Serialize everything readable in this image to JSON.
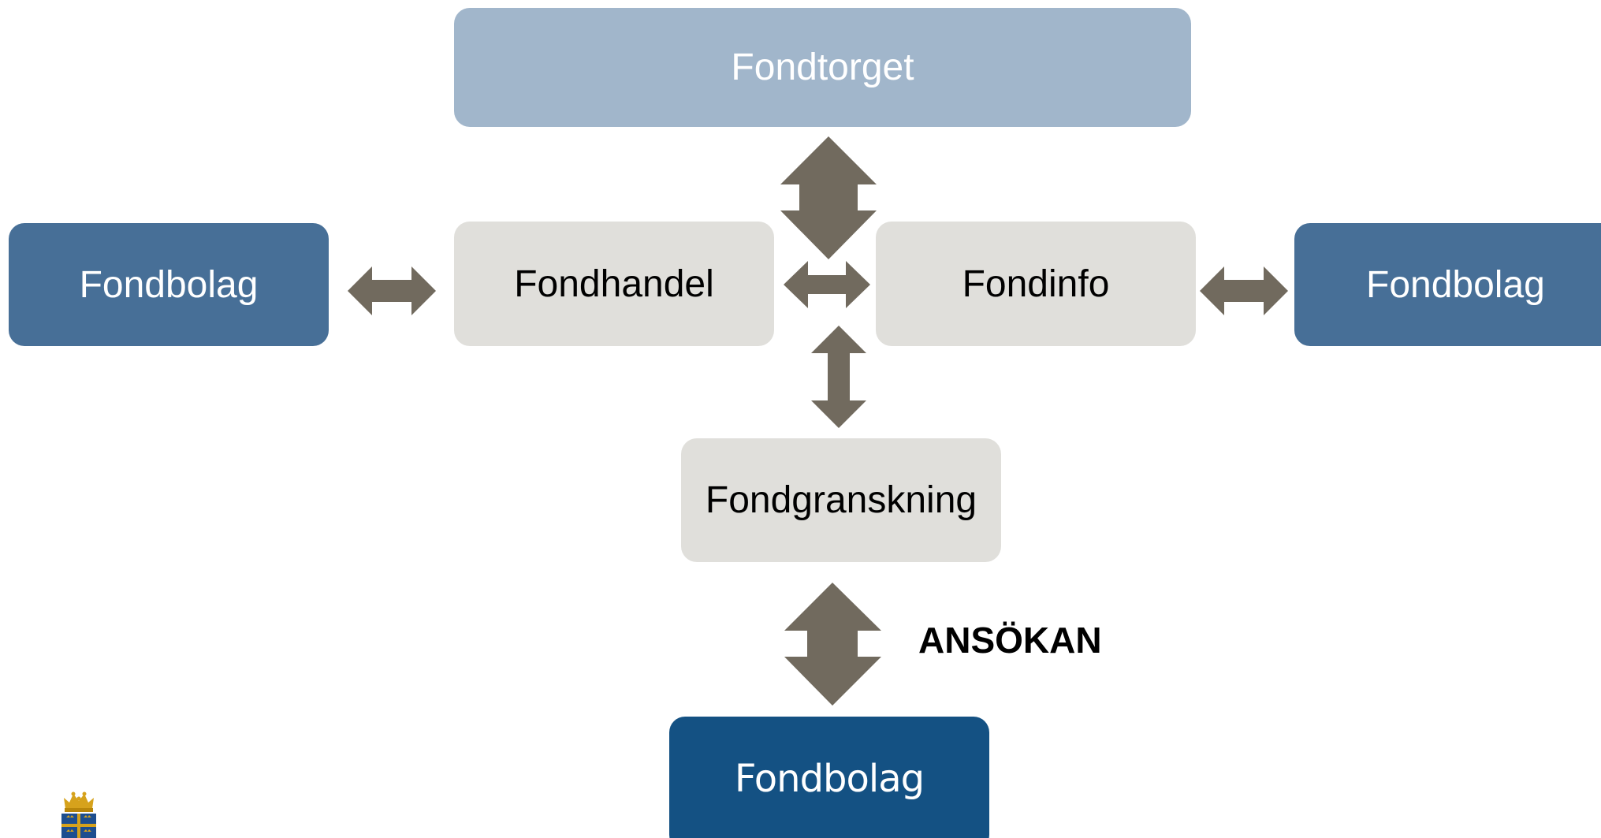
{
  "boxes": {
    "fondtorget": "Fondtorget",
    "fondhandel": "Fondhandel",
    "fondinfo": "Fondinfo",
    "fondbolag_left": "Fondbolag",
    "fondbolag_right": "Fondbolag",
    "fondgranskning": "Fondgranskning",
    "fondbolag_bottom": "Fondbolag"
  },
  "labels": {
    "ansokan": "ANSÖKAN"
  },
  "colors": {
    "light_blue": "#a1b6cb",
    "grey": "#e0dfdb",
    "mid_blue": "#476f97",
    "dark_blue": "#145183",
    "arrow": "#716a5e"
  },
  "icons": {
    "logo": "crown-coat-of-arms-icon"
  }
}
